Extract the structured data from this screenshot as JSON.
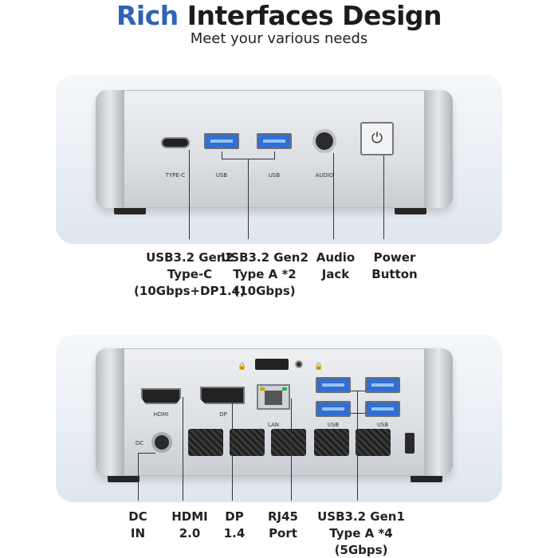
{
  "header": {
    "title_accent": "Rich",
    "title_rest": "Interfaces Design",
    "subtitle": "Meet your various needs"
  },
  "front_panel": {
    "port_labels": {
      "type_c": "TYPE-C",
      "usb1": "USB",
      "usb2": "USB",
      "audio": "AUDIO"
    },
    "power_symbol": "⏻",
    "captions": {
      "type_c": "USB3.2 Gen2\nType-C\n(10Gbps+DP1.4)",
      "usb_a": "USB3.2 Gen2\nType A *2\n(10Gbps)",
      "audio": "Audio\nJack",
      "power": "Power\nButton"
    }
  },
  "rear_panel": {
    "port_labels": {
      "hdmi": "HDMI",
      "dp": "DP",
      "lan": "LAN",
      "usb1": "USB",
      "usb2": "USB",
      "dc": "DC"
    },
    "lock_symbol": "🔒",
    "captions": {
      "dc": "DC\nIN",
      "hdmi": "HDMI\n2.0",
      "dp": "DP\n1.4",
      "rj45": "RJ45\nPort",
      "usb_a": "USB3.2 Gen1\nType A *4\n(5Gbps)"
    }
  },
  "colors": {
    "accent": "#2d63b8",
    "usb_port": "#2f6fd6"
  }
}
